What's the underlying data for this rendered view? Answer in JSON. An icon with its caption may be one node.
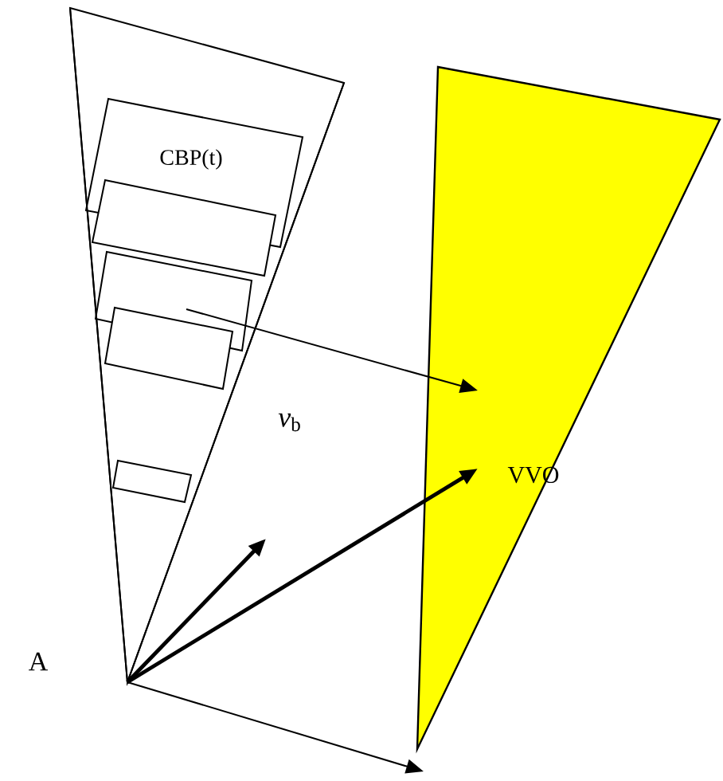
{
  "diagram": {
    "labels": [
      "CBP(t)",
      "*v*$_{b}$",
      "VVO",
      "A"
    ]
  }
}
